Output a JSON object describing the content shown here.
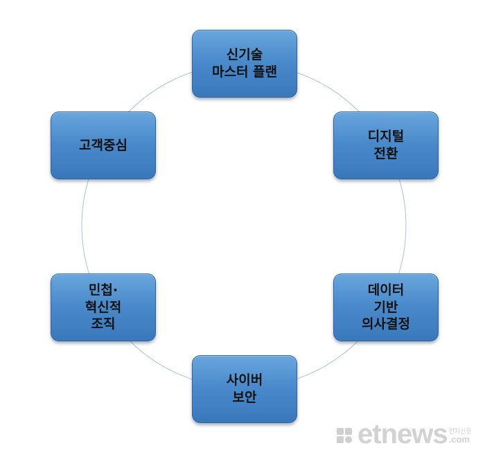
{
  "diagram": {
    "nodes": [
      {
        "lines": [
          "신기술",
          "마스터 플랜"
        ]
      },
      {
        "lines": [
          "디지털",
          "전환"
        ]
      },
      {
        "lines": [
          "데이터",
          "기반",
          "의사결정"
        ]
      },
      {
        "lines": [
          "사이버",
          "보안"
        ]
      },
      {
        "lines": [
          "민첩·",
          "혁신적",
          "조직"
        ]
      },
      {
        "lines": [
          "고객중심"
        ]
      }
    ],
    "colors": {
      "node_fill": "#4a8bcc",
      "node_border": "#2f64a0",
      "ring": "#a9c2d6",
      "text": "#111111"
    }
  },
  "watermark": {
    "main": "etnews",
    "side_korean": "전자신문",
    "side_domain": ".com"
  }
}
